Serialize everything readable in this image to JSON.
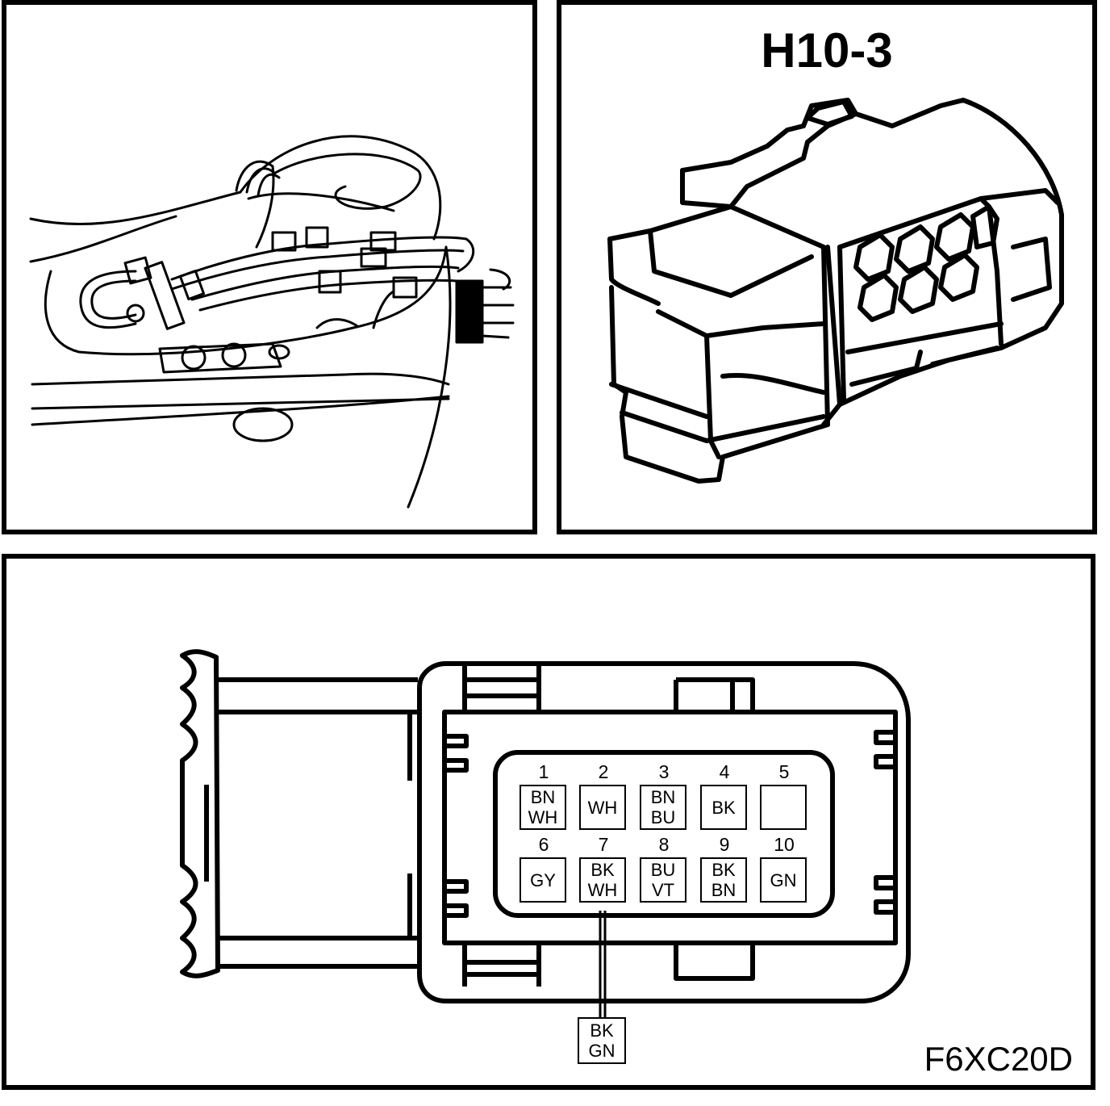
{
  "connector": {
    "title": "H10-3",
    "figure_code": "F6XC20D"
  },
  "cavities": [
    {
      "number": "1",
      "line1": "BN",
      "line2": "WH"
    },
    {
      "number": "2",
      "line1": "WH",
      "line2": ""
    },
    {
      "number": "3",
      "line1": "BN",
      "line2": "BU"
    },
    {
      "number": "4",
      "line1": "BK",
      "line2": ""
    },
    {
      "number": "5",
      "line1": "",
      "line2": ""
    },
    {
      "number": "6",
      "line1": "GY",
      "line2": ""
    },
    {
      "number": "7",
      "line1": "BK",
      "line2": "WH"
    },
    {
      "number": "8",
      "line1": "BU",
      "line2": "VT"
    },
    {
      "number": "9",
      "line1": "BK",
      "line2": "BN"
    },
    {
      "number": "10",
      "line1": "GN",
      "line2": ""
    }
  ],
  "external_wire": {
    "line1": "BK",
    "line2": "GN"
  }
}
